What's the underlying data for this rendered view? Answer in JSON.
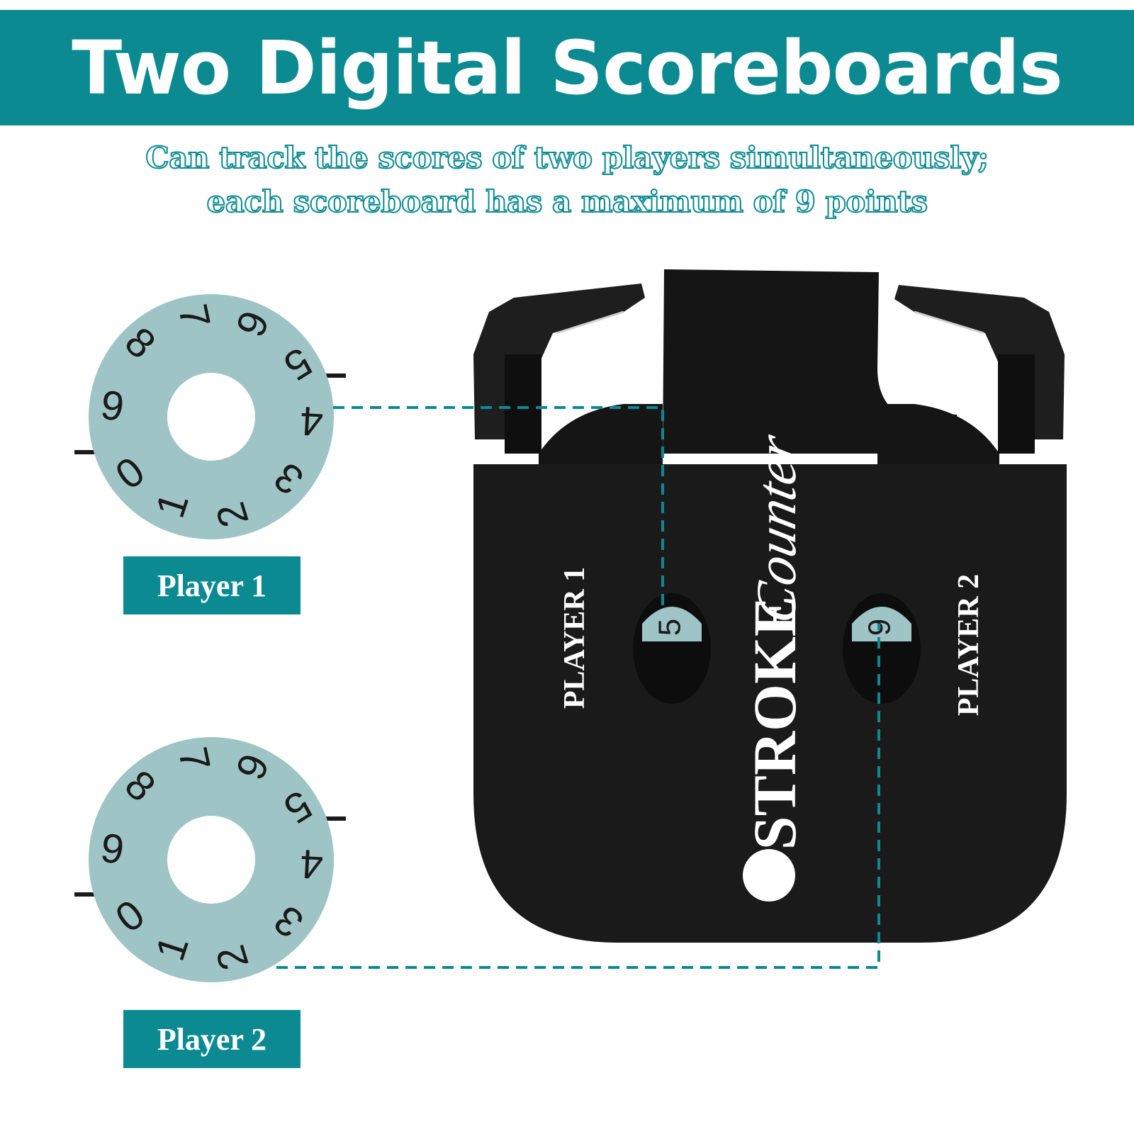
{
  "header": {
    "title": "Two Digital Scoreboards",
    "subtitle_line1": "Can track the scores of two players simultaneously;",
    "subtitle_line2": "each scoreboard has a maximum of 9 points"
  },
  "dials": [
    {
      "label": "Player 1",
      "digits": [
        "0",
        "1",
        "2",
        "3",
        "4",
        "5",
        "6",
        "7",
        "8",
        "9"
      ]
    },
    {
      "label": "Player 2",
      "digits": [
        "0",
        "1",
        "2",
        "3",
        "4",
        "5",
        "6",
        "7",
        "8",
        "9"
      ]
    }
  ],
  "device": {
    "brand_bold": "STROKE",
    "brand_script": "Counter",
    "left_label": "PLAYER 1",
    "right_label": "PLAYER 2",
    "left_value": "5",
    "right_value": "9"
  },
  "colors": {
    "accent": "#0b8a92",
    "dial": "#9fc4c5",
    "device": "#1a1a1a"
  }
}
